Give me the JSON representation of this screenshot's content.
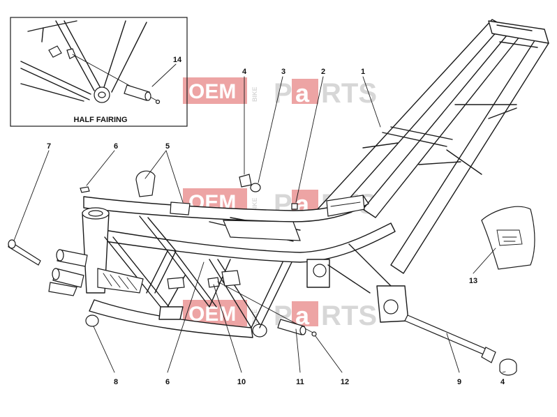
{
  "diagram": {
    "inset_caption": "HALF FAIRING",
    "callouts": [
      "1",
      "2",
      "3",
      "4",
      "5",
      "6",
      "7",
      "8",
      "6",
      "10",
      "11",
      "12",
      "9",
      "4",
      "13",
      "14"
    ],
    "watermark": {
      "oem": "OEM",
      "bike": "BIKE",
      "parts_p": "P",
      "parts_a": "a",
      "parts_rts": "RTS"
    },
    "colors": {
      "watermark_red": "#e05a5a",
      "watermark_gray": "#b8b8b8",
      "line": "#1a1a1a"
    }
  }
}
